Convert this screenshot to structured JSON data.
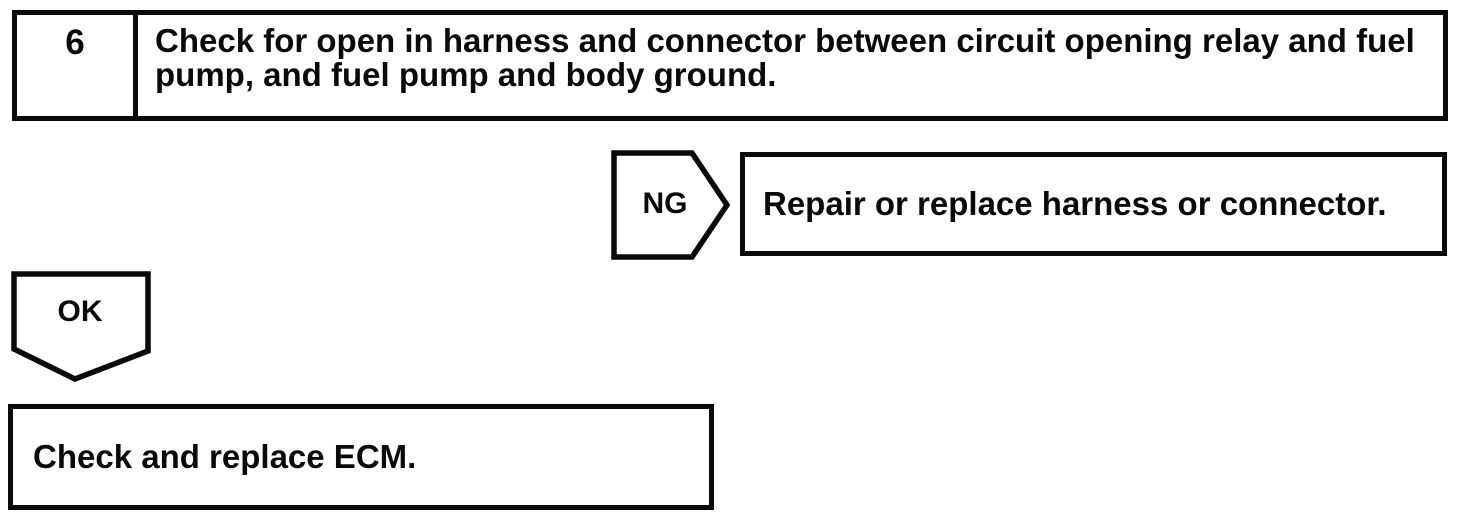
{
  "colors": {
    "ink": "#0a0a0a",
    "paper": "#ffffff"
  },
  "flowchart": {
    "step": {
      "number": "6",
      "instruction": "Check for open in harness and connector between circuit opening relay and fuel pump, and fuel pump and body ground."
    },
    "ng_branch": {
      "label": "NG",
      "action": "Repair or replace harness or connector."
    },
    "ok_branch": {
      "label": "OK",
      "action": "Check and replace ECM."
    }
  }
}
